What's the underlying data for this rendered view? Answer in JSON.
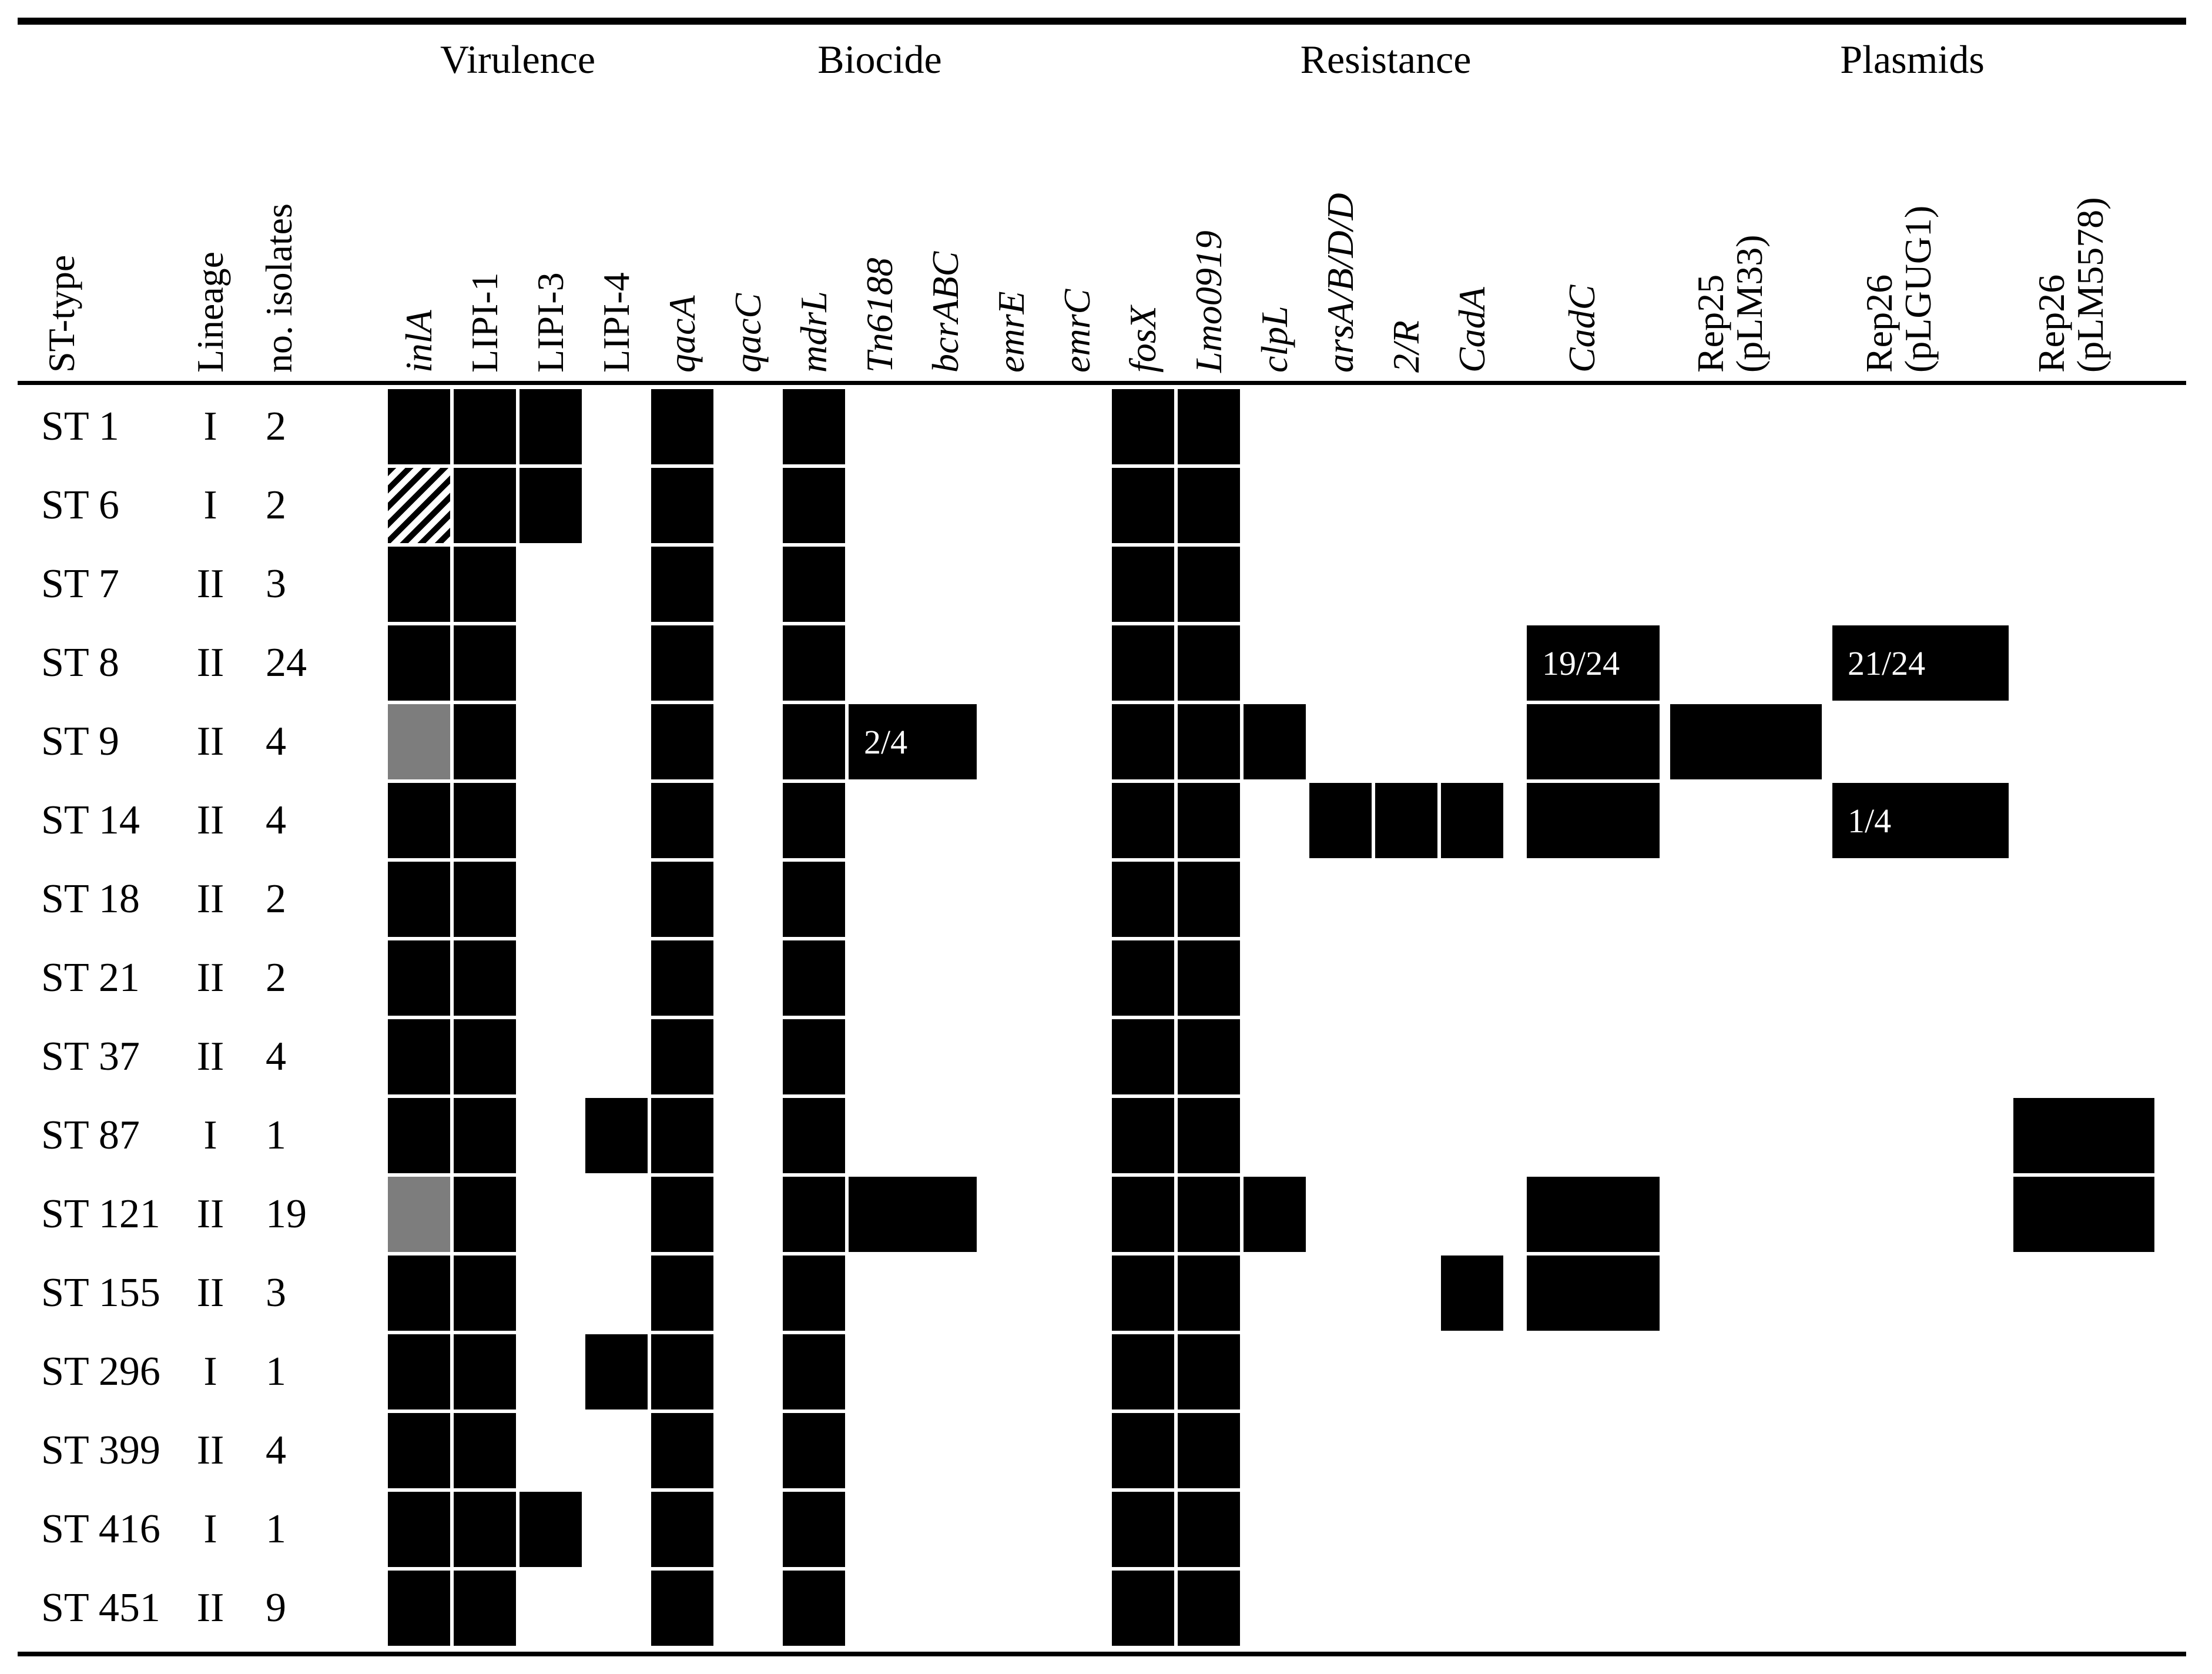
{
  "chart_data": {
    "type": "heatmap",
    "title": "",
    "description_visible_text_only": true,
    "colors": {
      "present": "#000000",
      "gray": "#7d7d7d",
      "background": "#ffffff",
      "cell_label_text": "#ffffff"
    },
    "fill_styles": [
      "black",
      "gray",
      "hatch"
    ],
    "column_groups": [
      {
        "label": "Virulence"
      },
      {
        "label": "Biocide"
      },
      {
        "label": "Resistance"
      },
      {
        "label": "Plasmids"
      }
    ],
    "row_header_columns": [
      {
        "id": "st",
        "label": "ST-type"
      },
      {
        "id": "lineage",
        "label": "Lineage"
      },
      {
        "id": "isolates",
        "label": "no. isolates"
      }
    ],
    "columns": [
      {
        "id": "inlA",
        "label": "inlA",
        "italic": true,
        "group": "Virulence"
      },
      {
        "id": "LIPI1",
        "label": "LIPI-1",
        "italic": false,
        "group": "Virulence"
      },
      {
        "id": "LIPI3",
        "label": "LIPI-3",
        "italic": false,
        "group": "Virulence"
      },
      {
        "id": "LIPI4",
        "label": "LIPI-4",
        "italic": false,
        "group": "Virulence"
      },
      {
        "id": "qacA",
        "label": "qacA",
        "italic": true,
        "group": "Biocide"
      },
      {
        "id": "qacC",
        "label": "qacC",
        "italic": true,
        "group": "Biocide"
      },
      {
        "id": "mdrL",
        "label": "mdrL",
        "italic": true,
        "group": "Biocide"
      },
      {
        "id": "Tn6188",
        "label": "Tn6188",
        "italic": true,
        "group": "Biocide"
      },
      {
        "id": "bcrABC",
        "label": "bcrABC",
        "italic": true,
        "group": "Biocide"
      },
      {
        "id": "emrE",
        "label": "emrE",
        "italic": true,
        "group": "Biocide"
      },
      {
        "id": "emrC",
        "label": "emrC",
        "italic": true,
        "group": "Biocide"
      },
      {
        "id": "fosX",
        "label": "fosX",
        "italic": true,
        "group": "Resistance"
      },
      {
        "id": "Lmo0919",
        "label": "Lmo0919",
        "italic": true,
        "group": "Resistance"
      },
      {
        "id": "clpL",
        "label": "clpL",
        "italic": true,
        "group": "Resistance"
      },
      {
        "id": "arsABDD",
        "label": "arsA/B/D/D",
        "italic": true,
        "group": "Resistance"
      },
      {
        "id": "R2",
        "label": "2/R",
        "italic": true,
        "group": "Resistance"
      },
      {
        "id": "CadA",
        "label": "CadA",
        "italic": true,
        "group": "Resistance"
      },
      {
        "id": "CadC",
        "label": "CadC",
        "italic": true,
        "group": "Resistance"
      },
      {
        "id": "Rep25",
        "label": "Rep25 (pLM33)",
        "lines": [
          "Rep25",
          "(pLM33)"
        ],
        "italic": false,
        "group": "Plasmids"
      },
      {
        "id": "Rep26G",
        "label": "Rep26 (pLGUG1)",
        "lines": [
          "Rep26",
          "(pLGUG1)"
        ],
        "italic": false,
        "group": "Plasmids"
      },
      {
        "id": "Rep26M",
        "label": "Rep26 (pLM5578)",
        "lines": [
          "Rep26",
          "(pLM5578)"
        ],
        "italic": false,
        "group": "Plasmids"
      }
    ],
    "rows": [
      {
        "st": "ST 1",
        "lineage": "I",
        "isolates": "2",
        "cells": {
          "inlA": {
            "fill": "black"
          },
          "LIPI1": {
            "fill": "black"
          },
          "LIPI3": {
            "fill": "black"
          },
          "qacA": {
            "fill": "black"
          },
          "mdrL": {
            "fill": "black"
          },
          "fosX": {
            "fill": "black"
          },
          "Lmo0919": {
            "fill": "black"
          }
        }
      },
      {
        "st": "ST 6",
        "lineage": "I",
        "isolates": "2",
        "cells": {
          "inlA": {
            "fill": "hatch"
          },
          "LIPI1": {
            "fill": "black"
          },
          "LIPI3": {
            "fill": "black"
          },
          "qacA": {
            "fill": "black"
          },
          "mdrL": {
            "fill": "black"
          },
          "fosX": {
            "fill": "black"
          },
          "Lmo0919": {
            "fill": "black"
          }
        }
      },
      {
        "st": "ST 7",
        "lineage": "II",
        "isolates": "3",
        "cells": {
          "inlA": {
            "fill": "black"
          },
          "LIPI1": {
            "fill": "black"
          },
          "qacA": {
            "fill": "black"
          },
          "mdrL": {
            "fill": "black"
          },
          "fosX": {
            "fill": "black"
          },
          "Lmo0919": {
            "fill": "black"
          }
        }
      },
      {
        "st": "ST 8",
        "lineage": "II",
        "isolates": "24",
        "cells": {
          "inlA": {
            "fill": "black"
          },
          "LIPI1": {
            "fill": "black"
          },
          "qacA": {
            "fill": "black"
          },
          "mdrL": {
            "fill": "black"
          },
          "fosX": {
            "fill": "black"
          },
          "Lmo0919": {
            "fill": "black"
          },
          "CadC": {
            "fill": "black",
            "label": "19/24"
          },
          "Rep26G": {
            "fill": "black",
            "label": "21/24"
          }
        }
      },
      {
        "st": "ST 9",
        "lineage": "II",
        "isolates": "4",
        "cells": {
          "inlA": {
            "fill": "gray"
          },
          "LIPI1": {
            "fill": "black"
          },
          "qacA": {
            "fill": "black"
          },
          "mdrL": {
            "fill": "black"
          },
          "Tn6188": {
            "fill": "black",
            "label": "2/4"
          },
          "fosX": {
            "fill": "black"
          },
          "Lmo0919": {
            "fill": "black"
          },
          "clpL": {
            "fill": "black"
          },
          "CadC": {
            "fill": "black"
          },
          "Rep25": {
            "fill": "black"
          }
        }
      },
      {
        "st": "ST 14",
        "lineage": "II",
        "isolates": "4",
        "cells": {
          "inlA": {
            "fill": "black"
          },
          "LIPI1": {
            "fill": "black"
          },
          "qacA": {
            "fill": "black"
          },
          "mdrL": {
            "fill": "black"
          },
          "fosX": {
            "fill": "black"
          },
          "Lmo0919": {
            "fill": "black"
          },
          "arsABDD": {
            "fill": "black"
          },
          "R2": {
            "fill": "black"
          },
          "CadA": {
            "fill": "black"
          },
          "CadC": {
            "fill": "black"
          },
          "Rep26G": {
            "fill": "black",
            "label": "1/4"
          }
        }
      },
      {
        "st": "ST 18",
        "lineage": "II",
        "isolates": "2",
        "cells": {
          "inlA": {
            "fill": "black"
          },
          "LIPI1": {
            "fill": "black"
          },
          "qacA": {
            "fill": "black"
          },
          "mdrL": {
            "fill": "black"
          },
          "fosX": {
            "fill": "black"
          },
          "Lmo0919": {
            "fill": "black"
          }
        }
      },
      {
        "st": "ST 21",
        "lineage": "II",
        "isolates": "2",
        "cells": {
          "inlA": {
            "fill": "black"
          },
          "LIPI1": {
            "fill": "black"
          },
          "qacA": {
            "fill": "black"
          },
          "mdrL": {
            "fill": "black"
          },
          "fosX": {
            "fill": "black"
          },
          "Lmo0919": {
            "fill": "black"
          }
        }
      },
      {
        "st": "ST 37",
        "lineage": "II",
        "isolates": "4",
        "cells": {
          "inlA": {
            "fill": "black"
          },
          "LIPI1": {
            "fill": "black"
          },
          "qacA": {
            "fill": "black"
          },
          "mdrL": {
            "fill": "black"
          },
          "fosX": {
            "fill": "black"
          },
          "Lmo0919": {
            "fill": "black"
          }
        }
      },
      {
        "st": "ST 87",
        "lineage": "I",
        "isolates": "1",
        "cells": {
          "inlA": {
            "fill": "black"
          },
          "LIPI1": {
            "fill": "black"
          },
          "LIPI4": {
            "fill": "black"
          },
          "qacA": {
            "fill": "black"
          },
          "mdrL": {
            "fill": "black"
          },
          "fosX": {
            "fill": "black"
          },
          "Lmo0919": {
            "fill": "black"
          },
          "Rep26M": {
            "fill": "black"
          }
        }
      },
      {
        "st": "ST 121",
        "lineage": "II",
        "isolates": "19",
        "cells": {
          "inlA": {
            "fill": "gray"
          },
          "LIPI1": {
            "fill": "black"
          },
          "qacA": {
            "fill": "black"
          },
          "mdrL": {
            "fill": "black"
          },
          "Tn6188": {
            "fill": "black"
          },
          "fosX": {
            "fill": "black"
          },
          "Lmo0919": {
            "fill": "black"
          },
          "clpL": {
            "fill": "black"
          },
          "CadC": {
            "fill": "black"
          },
          "Rep26M": {
            "fill": "black"
          }
        }
      },
      {
        "st": "ST 155",
        "lineage": "II",
        "isolates": "3",
        "cells": {
          "inlA": {
            "fill": "black"
          },
          "LIPI1": {
            "fill": "black"
          },
          "qacA": {
            "fill": "black"
          },
          "mdrL": {
            "fill": "black"
          },
          "fosX": {
            "fill": "black"
          },
          "Lmo0919": {
            "fill": "black"
          },
          "CadA": {
            "fill": "black"
          },
          "CadC": {
            "fill": "black"
          }
        }
      },
      {
        "st": "ST 296",
        "lineage": "I",
        "isolates": "1",
        "cells": {
          "inlA": {
            "fill": "black"
          },
          "LIPI1": {
            "fill": "black"
          },
          "LIPI4": {
            "fill": "black"
          },
          "qacA": {
            "fill": "black"
          },
          "mdrL": {
            "fill": "black"
          },
          "fosX": {
            "fill": "black"
          },
          "Lmo0919": {
            "fill": "black"
          }
        }
      },
      {
        "st": "ST 399",
        "lineage": "II",
        "isolates": "4",
        "cells": {
          "inlA": {
            "fill": "black"
          },
          "LIPI1": {
            "fill": "black"
          },
          "qacA": {
            "fill": "black"
          },
          "mdrL": {
            "fill": "black"
          },
          "fosX": {
            "fill": "black"
          },
          "Lmo0919": {
            "fill": "black"
          }
        }
      },
      {
        "st": "ST 416",
        "lineage": "I",
        "isolates": "1",
        "cells": {
          "inlA": {
            "fill": "black"
          },
          "LIPI1": {
            "fill": "black"
          },
          "LIPI3": {
            "fill": "black"
          },
          "qacA": {
            "fill": "black"
          },
          "mdrL": {
            "fill": "black"
          },
          "fosX": {
            "fill": "black"
          },
          "Lmo0919": {
            "fill": "black"
          }
        }
      },
      {
        "st": "ST 451",
        "lineage": "II",
        "isolates": "9",
        "cells": {
          "inlA": {
            "fill": "black"
          },
          "LIPI1": {
            "fill": "black"
          },
          "qacA": {
            "fill": "black"
          },
          "mdrL": {
            "fill": "black"
          },
          "fosX": {
            "fill": "black"
          },
          "Lmo0919": {
            "fill": "black"
          }
        }
      }
    ]
  }
}
